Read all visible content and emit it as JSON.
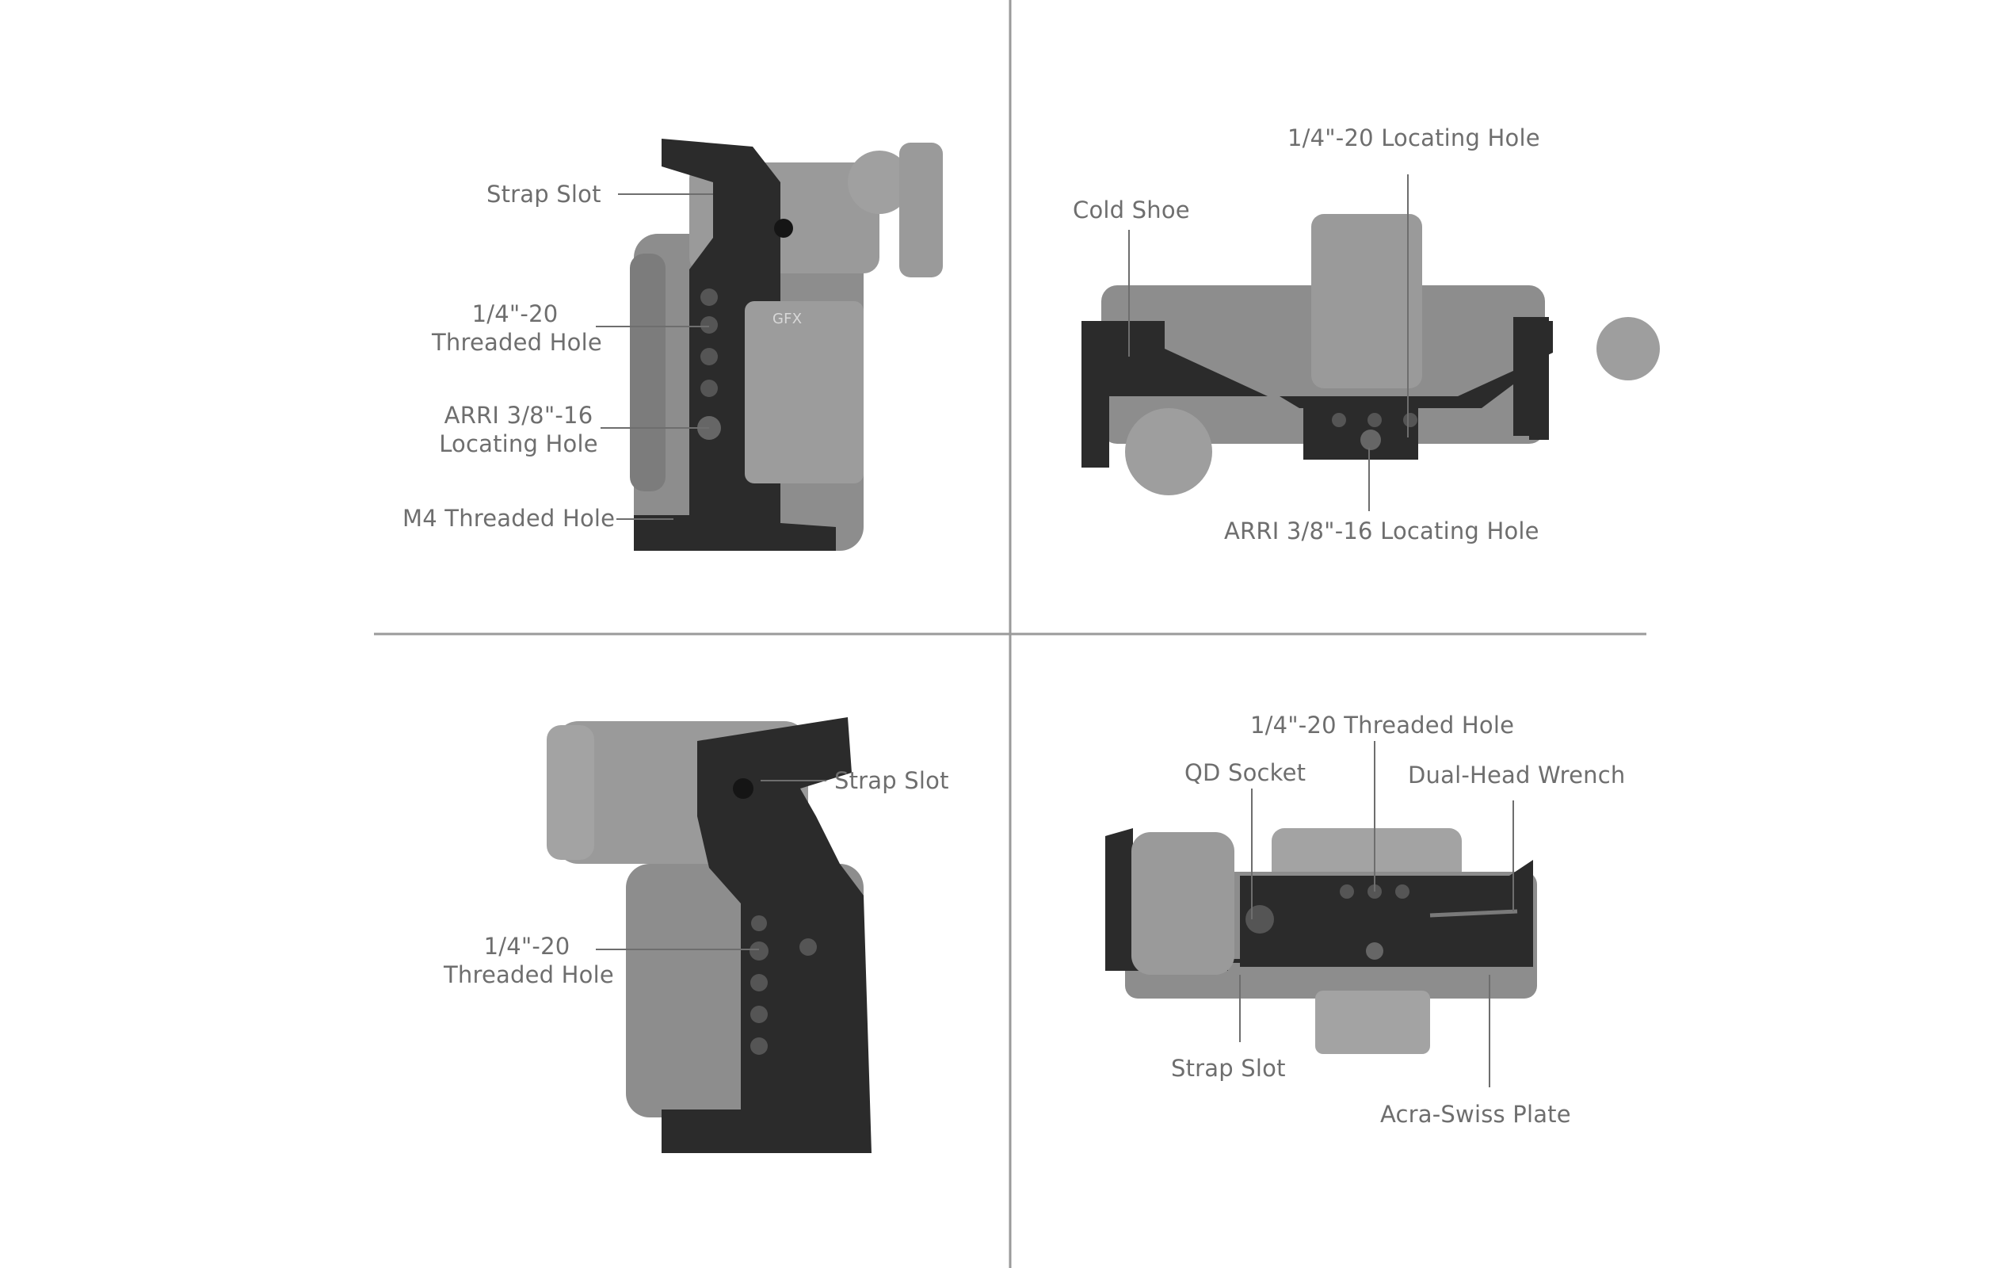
{
  "side_view": {
    "strap_slot": "Strap Slot",
    "threaded_hole_l1": "1/4\"-20",
    "threaded_hole_l2": "Threaded Hole",
    "arri_l1": "ARRI 3/8\"-16",
    "arri_l2": "Locating Hole",
    "m4": "M4 Threaded Hole",
    "brand_mark": "GFX"
  },
  "top_view": {
    "locating_hole": "1/4\"-20 Locating Hole",
    "cold_shoe": "Cold Shoe",
    "arri_locating_hole": "ARRI 3/8\"-16 Locating Hole"
  },
  "rear_view": {
    "strap_slot": "Strap Slot",
    "threaded_hole_l1": "1/4\"-20",
    "threaded_hole_l2": "Threaded Hole"
  },
  "bottom_view": {
    "threaded_hole": "1/4\"-20 Threaded Hole",
    "qd_socket": "QD Socket",
    "wrench": "Dual-Head Wrench",
    "strap_slot": "Strap Slot",
    "acra_plate": "Acra-Swiss Plate"
  },
  "colors": {
    "label": "#6e6e6e",
    "divider": "#9a9a9a",
    "camera_body": "#8d8d8d",
    "cage_metal": "#2b2b2b"
  }
}
